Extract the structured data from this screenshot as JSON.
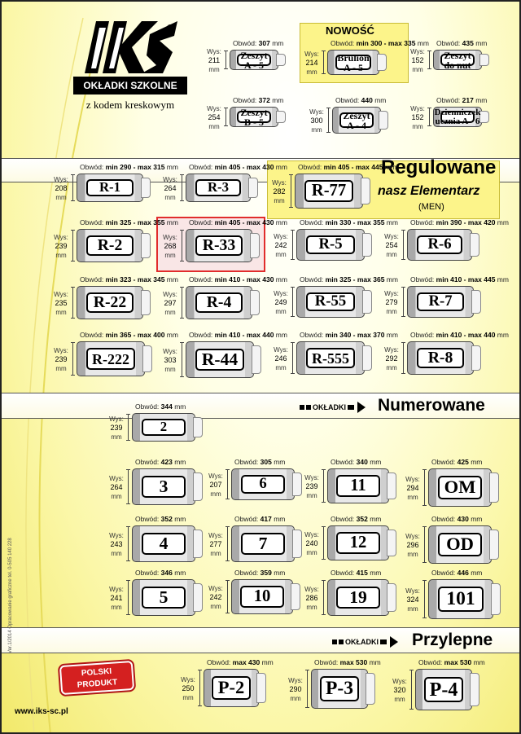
{
  "header": {
    "logo_text": "IKS",
    "registered": "®",
    "title": "OKŁADKI SZKOLNE",
    "subtitle": "z kodem kreskowym",
    "new_label": "NOWOŚĆ"
  },
  "sections": {
    "regulowane": "Regulowane",
    "elementarz_line1": "nasz Elementarz",
    "elementarz_line2": "(MEN)",
    "numerowane": "Numerowane",
    "przylepne": "Przylepne",
    "okladki_tag": "OKŁADKI"
  },
  "labels": {
    "obwod": "Obwód:",
    "wys": "Wys:",
    "mm": "mm",
    "min": "min",
    "max": "max"
  },
  "top_items": [
    {
      "id": "zeszyt-a5",
      "name": "Zeszyt A - 5",
      "obwod": "307",
      "wys": "211"
    },
    {
      "id": "brulion-a5",
      "name": "Brulion A - 5",
      "obwod": "min 300 - max 335",
      "wys": "214"
    },
    {
      "id": "zeszyt-nut",
      "name": "Zeszyt do nut",
      "obwod": "435",
      "wys": "152"
    },
    {
      "id": "zeszyt-b5",
      "name": "Zeszyt B - 5",
      "obwod": "372",
      "wys": "254"
    },
    {
      "id": "zeszyt-a4",
      "name": "Zeszyt A - 4",
      "obwod": "440",
      "wys": "300"
    },
    {
      "id": "dzienniczek",
      "name": "Dzienniczek ucznia A - 6",
      "obwod": "217",
      "wys": "152"
    }
  ],
  "reg_items": [
    {
      "id": "r1",
      "name": "R-1",
      "obwod": "min 290 - max 315",
      "wys": "208"
    },
    {
      "id": "r3",
      "name": "R-3",
      "obwod": "min 405 - max 430",
      "wys": "264"
    },
    {
      "id": "r77",
      "name": "R-77",
      "obwod": "min 405 - max 445",
      "wys": "282"
    },
    {
      "id": "r2",
      "name": "R-2",
      "obwod": "min 325 - max 355",
      "wys": "239"
    },
    {
      "id": "r33",
      "name": "R-33",
      "obwod": "min 405 - max 430",
      "wys": "268"
    },
    {
      "id": "r5",
      "name": "R-5",
      "obwod": "min 330 - max 355",
      "wys": "242"
    },
    {
      "id": "r6",
      "name": "R-6",
      "obwod": "min 390 - max 420",
      "wys": "254"
    },
    {
      "id": "r22",
      "name": "R-22",
      "obwod": "min 323 - max 345",
      "wys": "235"
    },
    {
      "id": "r4",
      "name": "R-4",
      "obwod": "min 410 - max 430",
      "wys": "297"
    },
    {
      "id": "r55",
      "name": "R-55",
      "obwod": "min 325 - max 365",
      "wys": "249"
    },
    {
      "id": "r7",
      "name": "R-7",
      "obwod": "min 410 - max 445",
      "wys": "279"
    },
    {
      "id": "r222",
      "name": "R-222",
      "obwod": "min 365 - max 400",
      "wys": "239"
    },
    {
      "id": "r44",
      "name": "R-44",
      "obwod": "min 410 - max 440",
      "wys": "303"
    },
    {
      "id": "r555",
      "name": "R-555",
      "obwod": "min 340 - max 370",
      "wys": "246"
    },
    {
      "id": "r8",
      "name": "R-8",
      "obwod": "min 410 - max 440",
      "wys": "292"
    }
  ],
  "num_items": [
    {
      "id": "n2",
      "name": "2",
      "obwod": "344",
      "wys": "239"
    },
    {
      "id": "n3",
      "name": "3",
      "obwod": "423",
      "wys": "264"
    },
    {
      "id": "n6",
      "name": "6",
      "obwod": "305",
      "wys": "207"
    },
    {
      "id": "n11",
      "name": "11",
      "obwod": "340",
      "wys": "239"
    },
    {
      "id": "nom",
      "name": "OM",
      "obwod": "425",
      "wys": "294"
    },
    {
      "id": "n4",
      "name": "4",
      "obwod": "352",
      "wys": "243"
    },
    {
      "id": "n7",
      "name": "7",
      "obwod": "417",
      "wys": "277"
    },
    {
      "id": "n12",
      "name": "12",
      "obwod": "352",
      "wys": "240"
    },
    {
      "id": "nod",
      "name": "OD",
      "obwod": "430",
      "wys": "296"
    },
    {
      "id": "n5",
      "name": "5",
      "obwod": "346",
      "wys": "241"
    },
    {
      "id": "n10",
      "name": "10",
      "obwod": "359",
      "wys": "242"
    },
    {
      "id": "n19",
      "name": "19",
      "obwod": "415",
      "wys": "286"
    },
    {
      "id": "n101",
      "name": "101",
      "obwod": "446",
      "wys": "324"
    }
  ],
  "przy_items": [
    {
      "id": "p2",
      "name": "P-2",
      "obwod": "max 430",
      "wys": "250"
    },
    {
      "id": "p3",
      "name": "P-3",
      "obwod": "max 530",
      "wys": "290"
    },
    {
      "id": "p4",
      "name": "P-4",
      "obwod": "max 530",
      "wys": "320"
    }
  ],
  "footer": {
    "url": "www.iks-sc.pl",
    "polski1": "POLSKI",
    "polski2": "PRODUKT",
    "sidetext": "Ver.1/2014 Opracowanie graficzne  tel. 0-505 140 228"
  }
}
